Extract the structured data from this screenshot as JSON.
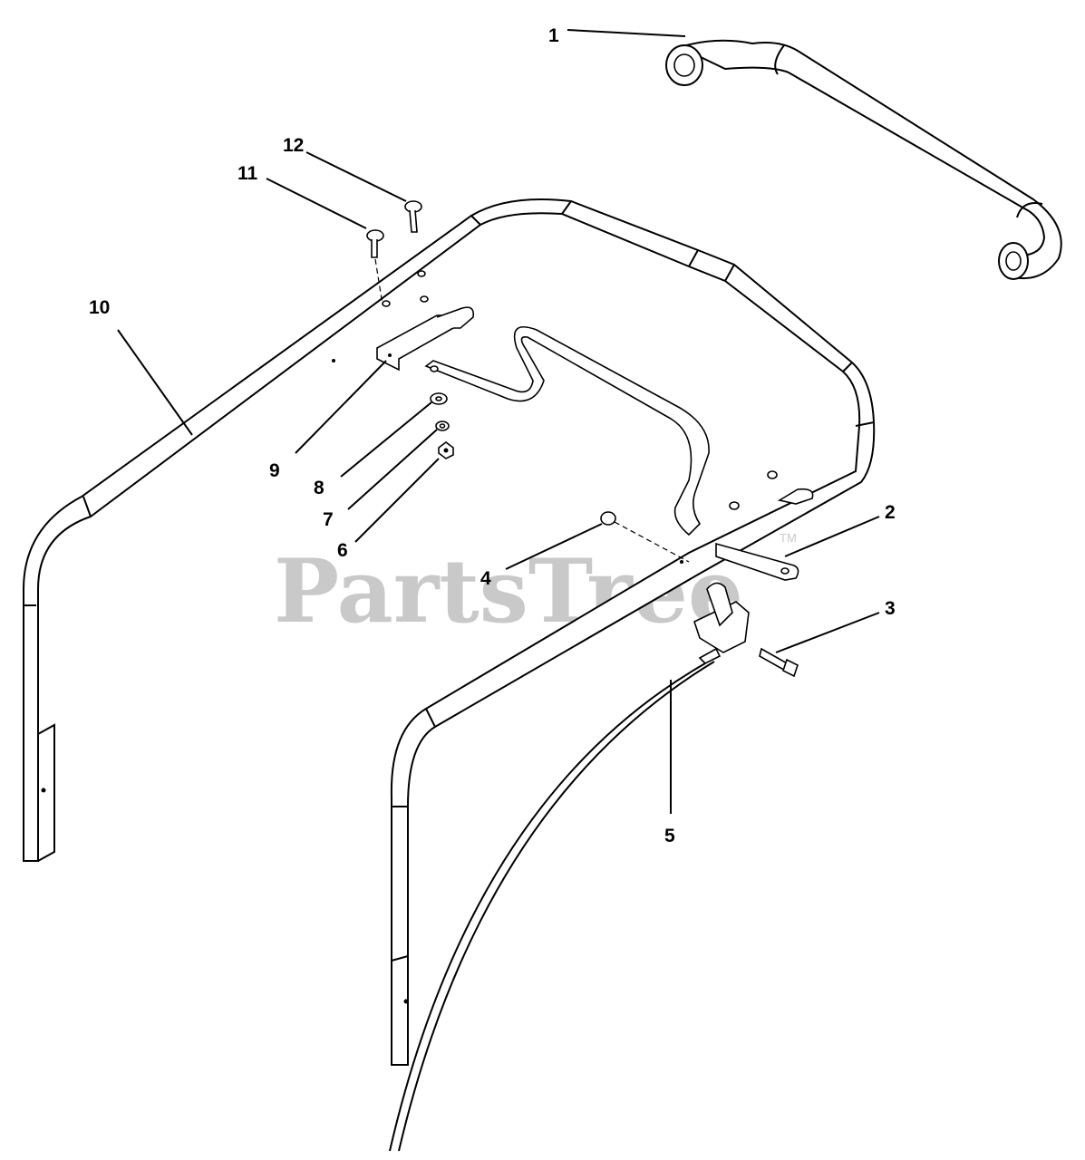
{
  "watermark": {
    "text": "PartsTree",
    "trademark": "TM"
  },
  "callouts": [
    "1",
    "2",
    "3",
    "4",
    "5",
    "6",
    "7",
    "8",
    "9",
    "10",
    "11",
    "12"
  ]
}
